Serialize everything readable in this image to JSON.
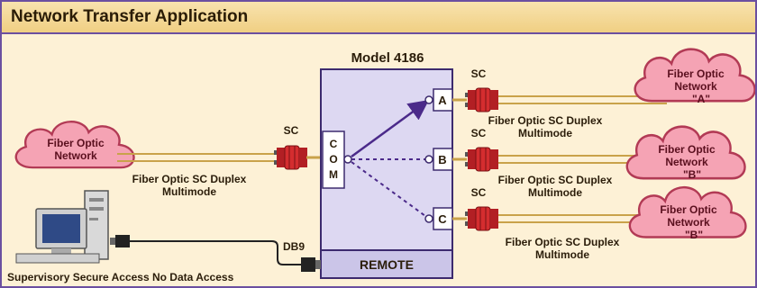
{
  "title": "Network Transfer Application",
  "device": {
    "model": "Model 4186",
    "com_letters": [
      "C",
      "O",
      "M"
    ],
    "ports": [
      "A",
      "B",
      "C"
    ],
    "remote_label": "REMOTE"
  },
  "clouds": {
    "left": [
      "Fiber Optic",
      "Network"
    ],
    "a": [
      "Fiber Optic",
      "Network",
      "\"A\""
    ],
    "b": [
      "Fiber Optic",
      "Network",
      "\"B\""
    ],
    "c": [
      "Fiber Optic",
      "Network",
      "\"B\""
    ]
  },
  "connectors": {
    "sc": "SC",
    "db9": "DB9"
  },
  "cables": {
    "line1": "Fiber Optic SC Duplex",
    "line2": "Multimode"
  },
  "computer_caption": "Supervisory Secure Access No Data Access",
  "colors": {
    "border": "#6b4fa0",
    "title_bg": "#f3d58f",
    "cloud": "#f5a3b4",
    "device": "#ddd8f2",
    "connector": "#d42d2f",
    "cable": "#c9a24a"
  }
}
